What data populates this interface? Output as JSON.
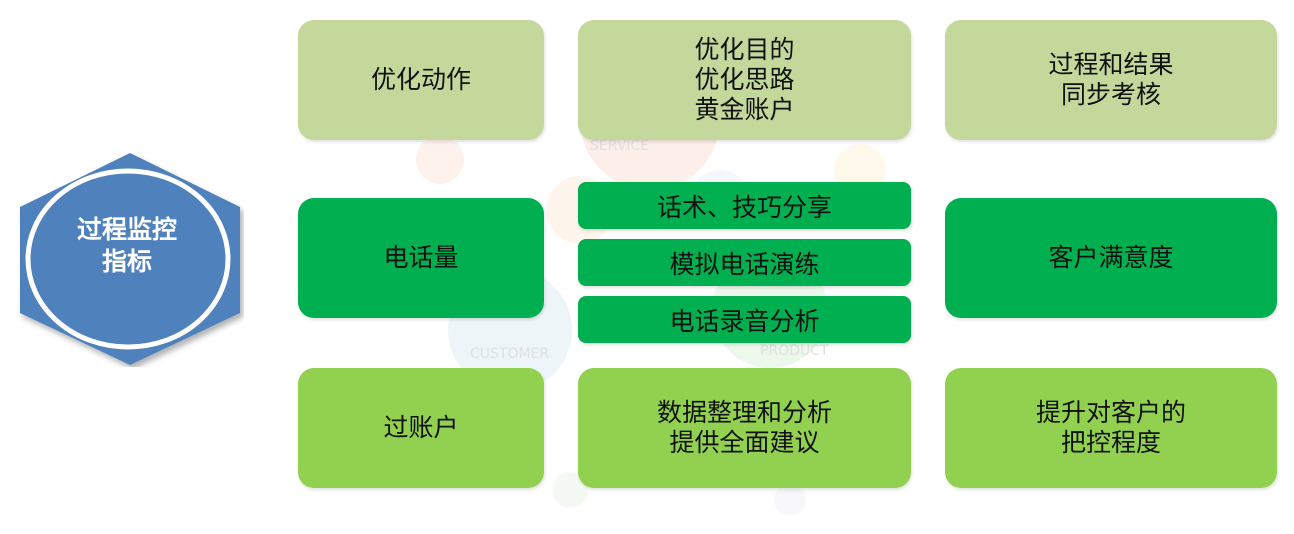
{
  "center": {
    "label": "过程监控\n指标"
  },
  "row1": {
    "left": "优化动作",
    "middle": "优化目的\n优化思路\n黄金账户",
    "right": "过程和结果\n同步考核"
  },
  "row2": {
    "left": "电话量",
    "middle_items": [
      "话术、技巧分享",
      "模拟电话演练",
      "电话录音分析"
    ],
    "right": "客户满意度"
  },
  "row3": {
    "left": "过账户",
    "middle": "数据整理和分析\n提供全面建议",
    "right": "提升对客户的\n把控程度"
  },
  "background_labels": {
    "service": "SERVICE",
    "customer": "CUSTOMER",
    "product": "PRODUCT"
  },
  "colors": {
    "hexagon_fill": "#4f81bd",
    "row1_fill": "#c4d89b",
    "row2_fill": "#00b050",
    "row3_fill": "#92d050"
  }
}
